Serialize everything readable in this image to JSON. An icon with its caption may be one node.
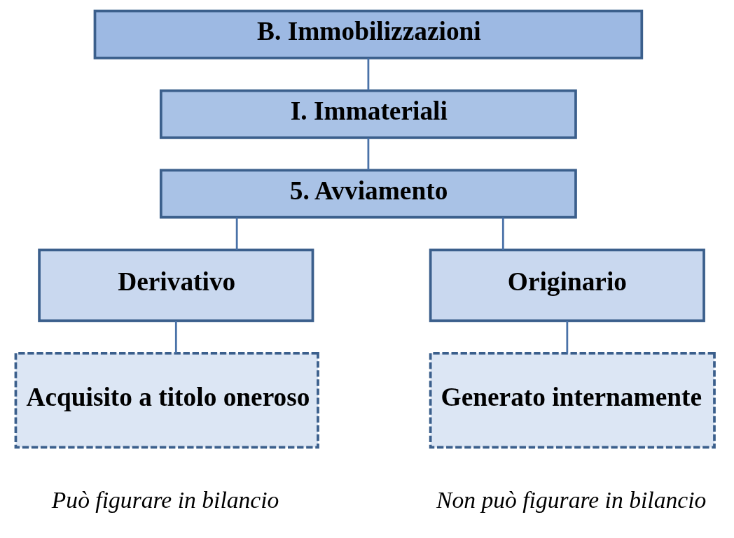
{
  "diagram": {
    "nodes": [
      {
        "text": [
          "B. Immobilizzazioni"
        ]
      },
      {
        "text": [
          "I. Immateriali"
        ]
      },
      {
        "text": [
          "5. Avviamento"
        ]
      },
      {
        "text": [
          "Derivativo"
        ]
      },
      {
        "text": [
          "Originario"
        ]
      },
      {
        "text": [
          "Acquisito a titolo oneroso"
        ],
        "beside": [
          "Può figurare in bilancio"
        ]
      },
      {
        "text": [
          "Generato internamente"
        ],
        "beside": [
          "Non può figurare in bilancio"
        ]
      }
    ],
    "edges": [
      {
        "from": 0,
        "to": 1,
        "arrow": "none"
      },
      {
        "from": 1,
        "to": 2,
        "arrow": "none"
      },
      {
        "from": 2,
        "to": 3,
        "arrow": "none"
      },
      {
        "from": 2,
        "to": 4,
        "arrow": "none"
      },
      {
        "from": 3,
        "to": 5,
        "arrow": "none"
      },
      {
        "from": 4,
        "to": 6,
        "arrow": "none"
      }
    ]
  }
}
